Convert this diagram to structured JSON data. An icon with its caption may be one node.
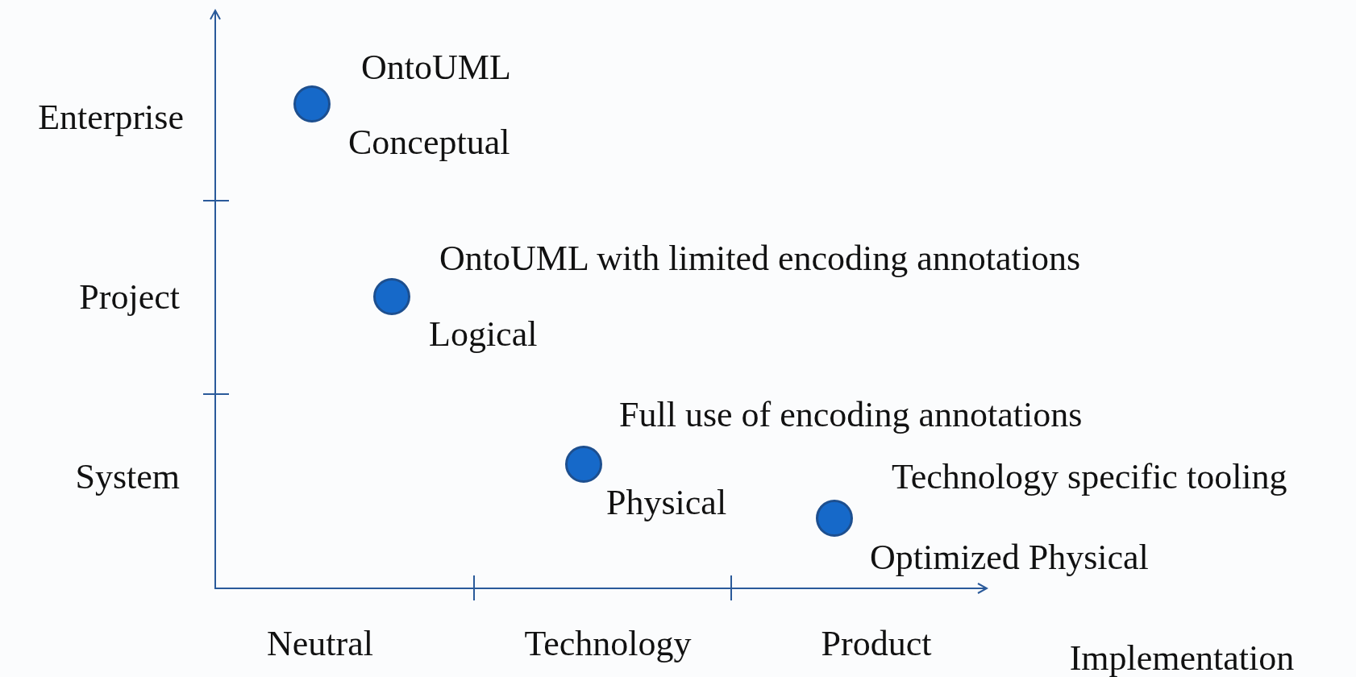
{
  "diagram": {
    "nodes": [
      {
        "text": [],
        "shape": "circle",
        "beside": [
          "OntoUML",
          "Conceptual"
        ]
      },
      {
        "text": [],
        "shape": "circle",
        "beside": [
          "OntoUML with limited encoding annotations",
          "Logical"
        ]
      },
      {
        "text": [],
        "shape": "circle",
        "beside": [
          "Full use of encoding annotations",
          "Physical"
        ]
      },
      {
        "text": [],
        "shape": "circle",
        "beside": [
          "Technology specific tooling",
          "Optimized Physical"
        ]
      }
    ],
    "edges": [],
    "labels": [
      "Enterprise",
      "Project",
      "System",
      "Neutral",
      "Technology",
      "Product",
      "Implementation"
    ]
  }
}
